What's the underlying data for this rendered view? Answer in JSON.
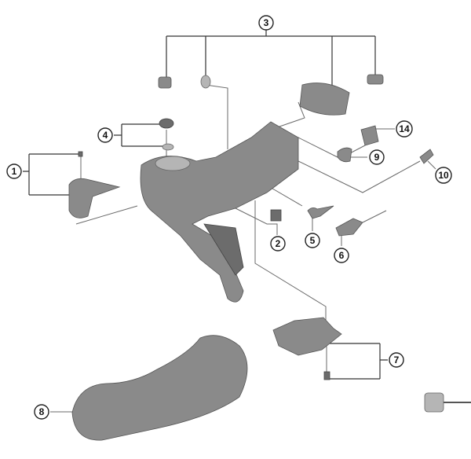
{
  "diagram": {
    "type": "exploded-parts-view",
    "callouts": [
      {
        "id": "1",
        "label": "1"
      },
      {
        "id": "2",
        "label": "2"
      },
      {
        "id": "3",
        "label": "3"
      },
      {
        "id": "4",
        "label": "4"
      },
      {
        "id": "5",
        "label": "5"
      },
      {
        "id": "6",
        "label": "6"
      },
      {
        "id": "7",
        "label": "7"
      },
      {
        "id": "8",
        "label": "8"
      },
      {
        "id": "9",
        "label": "9"
      },
      {
        "id": "10",
        "label": "10"
      },
      {
        "id": "14",
        "label": "14"
      }
    ],
    "colors": {
      "parts": "#8a8a8a",
      "leader_lines": "#6a6a6a",
      "callout_border": "#222222"
    }
  }
}
